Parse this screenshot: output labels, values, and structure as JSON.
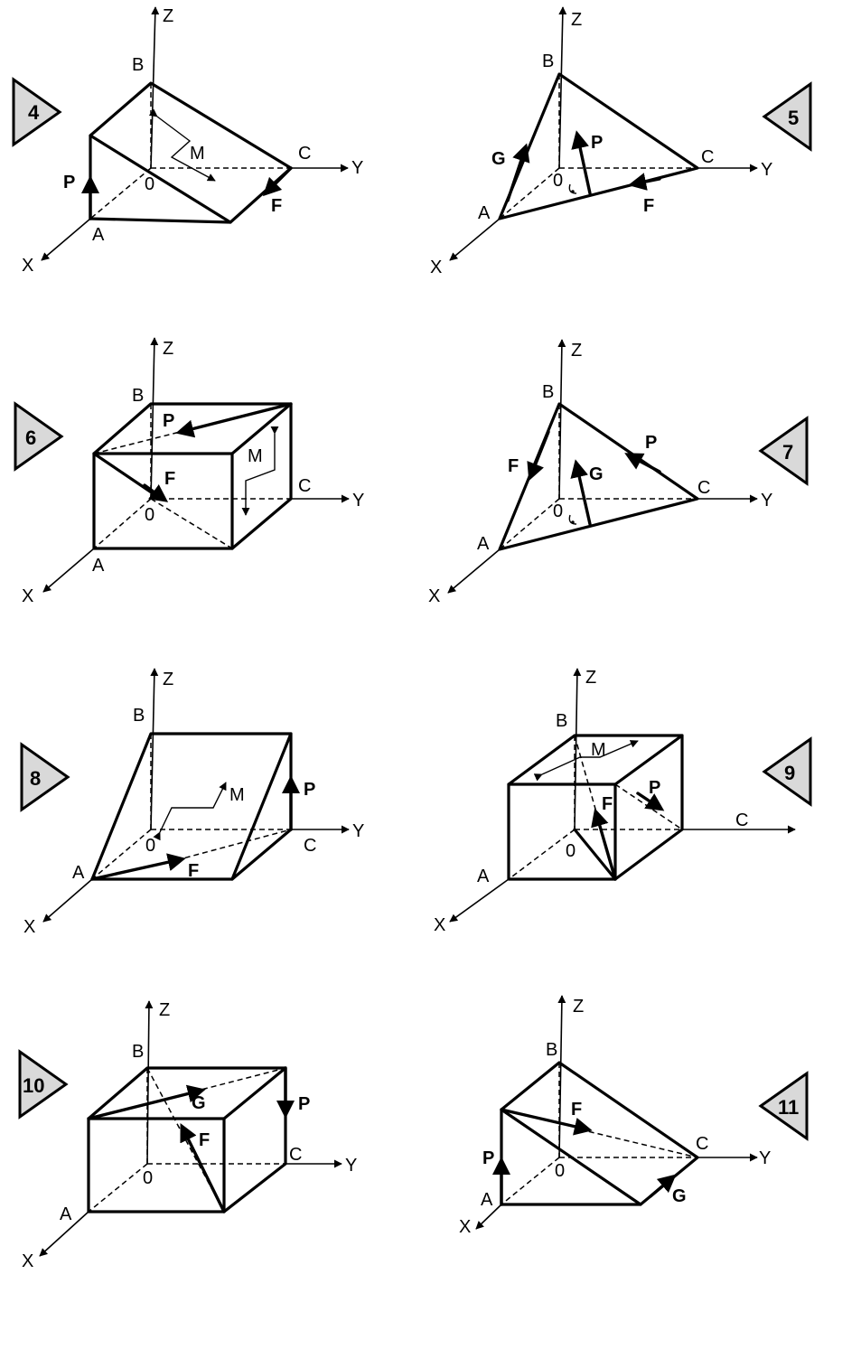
{
  "figures": [
    {
      "number": "4",
      "points": [
        "B",
        "C",
        "0",
        "A"
      ],
      "forces": [
        "P",
        "F"
      ],
      "moment": "M",
      "axes": [
        "Z",
        "Y",
        "X"
      ]
    },
    {
      "number": "5",
      "points": [
        "B",
        "C",
        "0",
        "A"
      ],
      "forces": [
        "G",
        "P",
        "F"
      ],
      "axes": [
        "Z",
        "Y",
        "X"
      ]
    },
    {
      "number": "6",
      "points": [
        "B",
        "C",
        "0",
        "A"
      ],
      "forces": [
        "P",
        "F"
      ],
      "moment": "M",
      "axes": [
        "Z",
        "Y",
        "X"
      ]
    },
    {
      "number": "7",
      "points": [
        "B",
        "C",
        "0",
        "A"
      ],
      "forces": [
        "F",
        "G",
        "P"
      ],
      "axes": [
        "Z",
        "Y",
        "X"
      ]
    },
    {
      "number": "8",
      "points": [
        "B",
        "C",
        "0",
        "A"
      ],
      "forces": [
        "P",
        "F"
      ],
      "moment": "M",
      "axes": [
        "Z",
        "Y",
        "X"
      ]
    },
    {
      "number": "9",
      "points": [
        "B",
        "C",
        "0",
        "A"
      ],
      "forces": [
        "F",
        "P"
      ],
      "moment": "M",
      "axes": [
        "Z",
        "X"
      ]
    },
    {
      "number": "10",
      "points": [
        "B",
        "C",
        "0",
        "A"
      ],
      "forces": [
        "G",
        "F",
        "P"
      ],
      "axes": [
        "Z",
        "Y",
        "X"
      ]
    },
    {
      "number": "11",
      "points": [
        "B",
        "C",
        "0",
        "A"
      ],
      "forces": [
        "F",
        "P",
        "G"
      ],
      "axes": [
        "Z",
        "Y",
        "X"
      ]
    }
  ]
}
